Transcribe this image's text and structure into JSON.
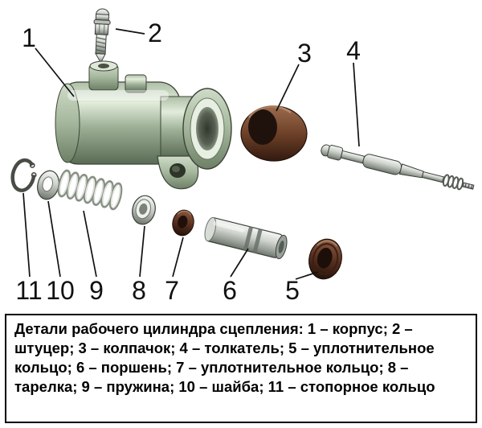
{
  "caption": "Детали рабочего цилиндра сцепления: 1 – корпус; 2 – штуцер; 3 – колпачок; 4 – толкатель; 5 – уплотнительное кольцо; 6 – поршень; 7 – уплотнительное кольцо; 8 – тарелка; 9 – пружина; 10 – шайба; 11 – стопорное кольцо",
  "labels": [
    {
      "n": "1",
      "part": "корпус"
    },
    {
      "n": "2",
      "part": "штуцер"
    },
    {
      "n": "3",
      "part": "колпачок"
    },
    {
      "n": "4",
      "part": "толкатель"
    },
    {
      "n": "5",
      "part": "уплотнительное кольцо"
    },
    {
      "n": "6",
      "part": "поршень"
    },
    {
      "n": "7",
      "part": "уплотнительное кольцо"
    },
    {
      "n": "8",
      "part": "тарелка"
    },
    {
      "n": "9",
      "part": "пружина"
    },
    {
      "n": "10",
      "part": "шайба"
    },
    {
      "n": "11",
      "part": "стопорное кольцо"
    }
  ],
  "colors": {
    "background": "#ffffff",
    "line": "#111111",
    "body_metal_green": "#9db096",
    "steel": "#cfd4cd",
    "rubber_brown": "#6e4128"
  }
}
